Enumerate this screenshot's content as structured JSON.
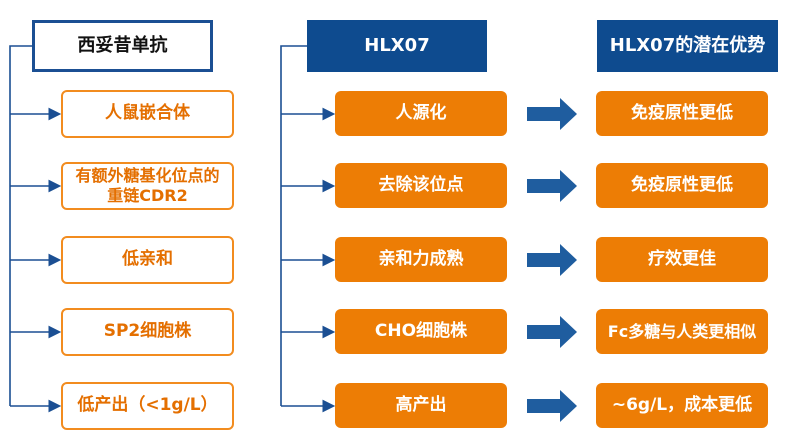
{
  "colors": {
    "navy": "#1b4f93",
    "blue_header": "#0e4b8f",
    "orange": "#ed7d05",
    "orange_text": "#e46f00",
    "arrow": "#1f5d9f"
  },
  "headers": {
    "left": "西妥昔单抗",
    "middle": "HLX07",
    "right": "HLX07的潜在优势"
  },
  "left_items": [
    "人鼠嵌合体",
    "有额外糖基化位点的\n重链CDR2",
    "低亲和",
    "SP2细胞株",
    "低产出（<1g/L）"
  ],
  "middle_items": [
    "人源化",
    "去除该位点",
    "亲和力成熟",
    "CHO细胞株",
    "高产出"
  ],
  "right_items": [
    "免疫原性更低",
    "免疫原性更低",
    "疗效更佳",
    "Fc多糖与人类更相似",
    "~6g/L，成本更低"
  ]
}
